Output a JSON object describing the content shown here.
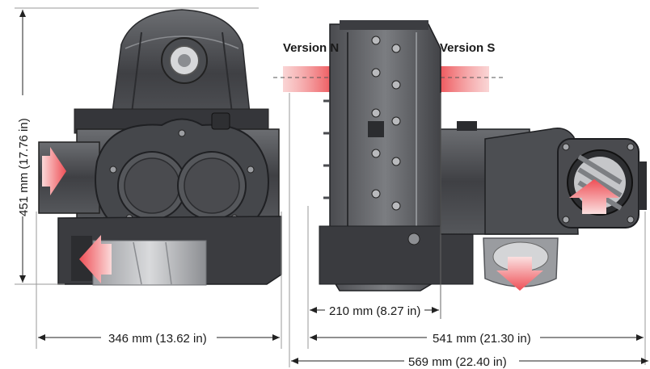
{
  "dimensions": {
    "height": "451 mm (17.76 in)",
    "width_front": "346 mm (13.62 in)",
    "offset": "210 mm (8.27 in)",
    "length_body": "541 mm (21.30 in)",
    "length_total": "569 mm (22.40 in)"
  },
  "versions": {
    "n": "Version N",
    "s": "Version S"
  },
  "colors": {
    "arrow_red": "#ef5a5f",
    "arrow_light": "#f7c3c3",
    "metal_dark": "#3a3b3e",
    "metal_mid": "#5e6064",
    "metal_light": "#8d8f93"
  }
}
